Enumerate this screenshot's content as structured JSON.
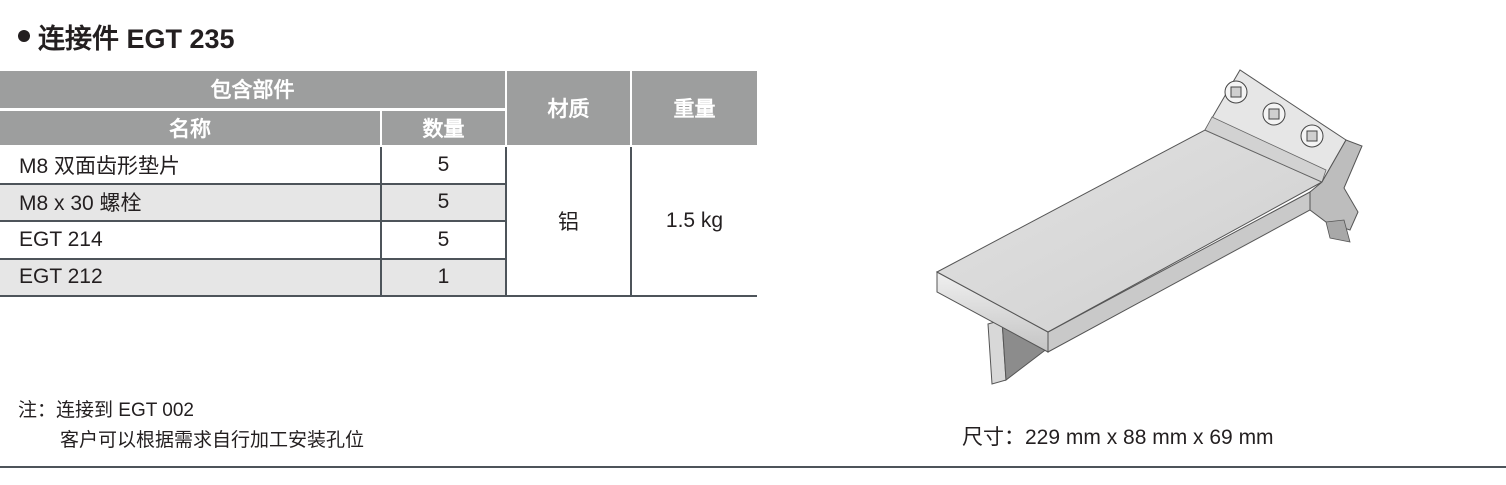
{
  "title": {
    "bullet": "•",
    "text": "连接件 EGT 235"
  },
  "table": {
    "header": {
      "group_label": "包含部件",
      "name_label": "名称",
      "qty_label": "数量",
      "material_label": "材质",
      "weight_label": "重量"
    },
    "rows": [
      {
        "name": "M8 双面齿形垫片",
        "qty": "5"
      },
      {
        "name": "M8 x 30 螺栓",
        "qty": "5"
      },
      {
        "name": "EGT 214",
        "qty": "5"
      },
      {
        "name": "EGT 212",
        "qty": "1"
      }
    ],
    "material": "铝",
    "weight": "1.5 kg"
  },
  "note": {
    "line1": "注：连接到 EGT 002",
    "line2": "客户可以根据需求自行加工安装孔位"
  },
  "dimensions": "尺寸：229 mm x 88 mm x 69 mm",
  "product_image": {
    "alt": "EGT 235 connector aluminum bracket with 3 socket-head bolts"
  },
  "colors": {
    "header_bg": "#9d9e9e",
    "header_text": "#ffffff",
    "alt_row_bg": "#e6e6e6",
    "border": "#4d545a",
    "text": "#231f20"
  }
}
